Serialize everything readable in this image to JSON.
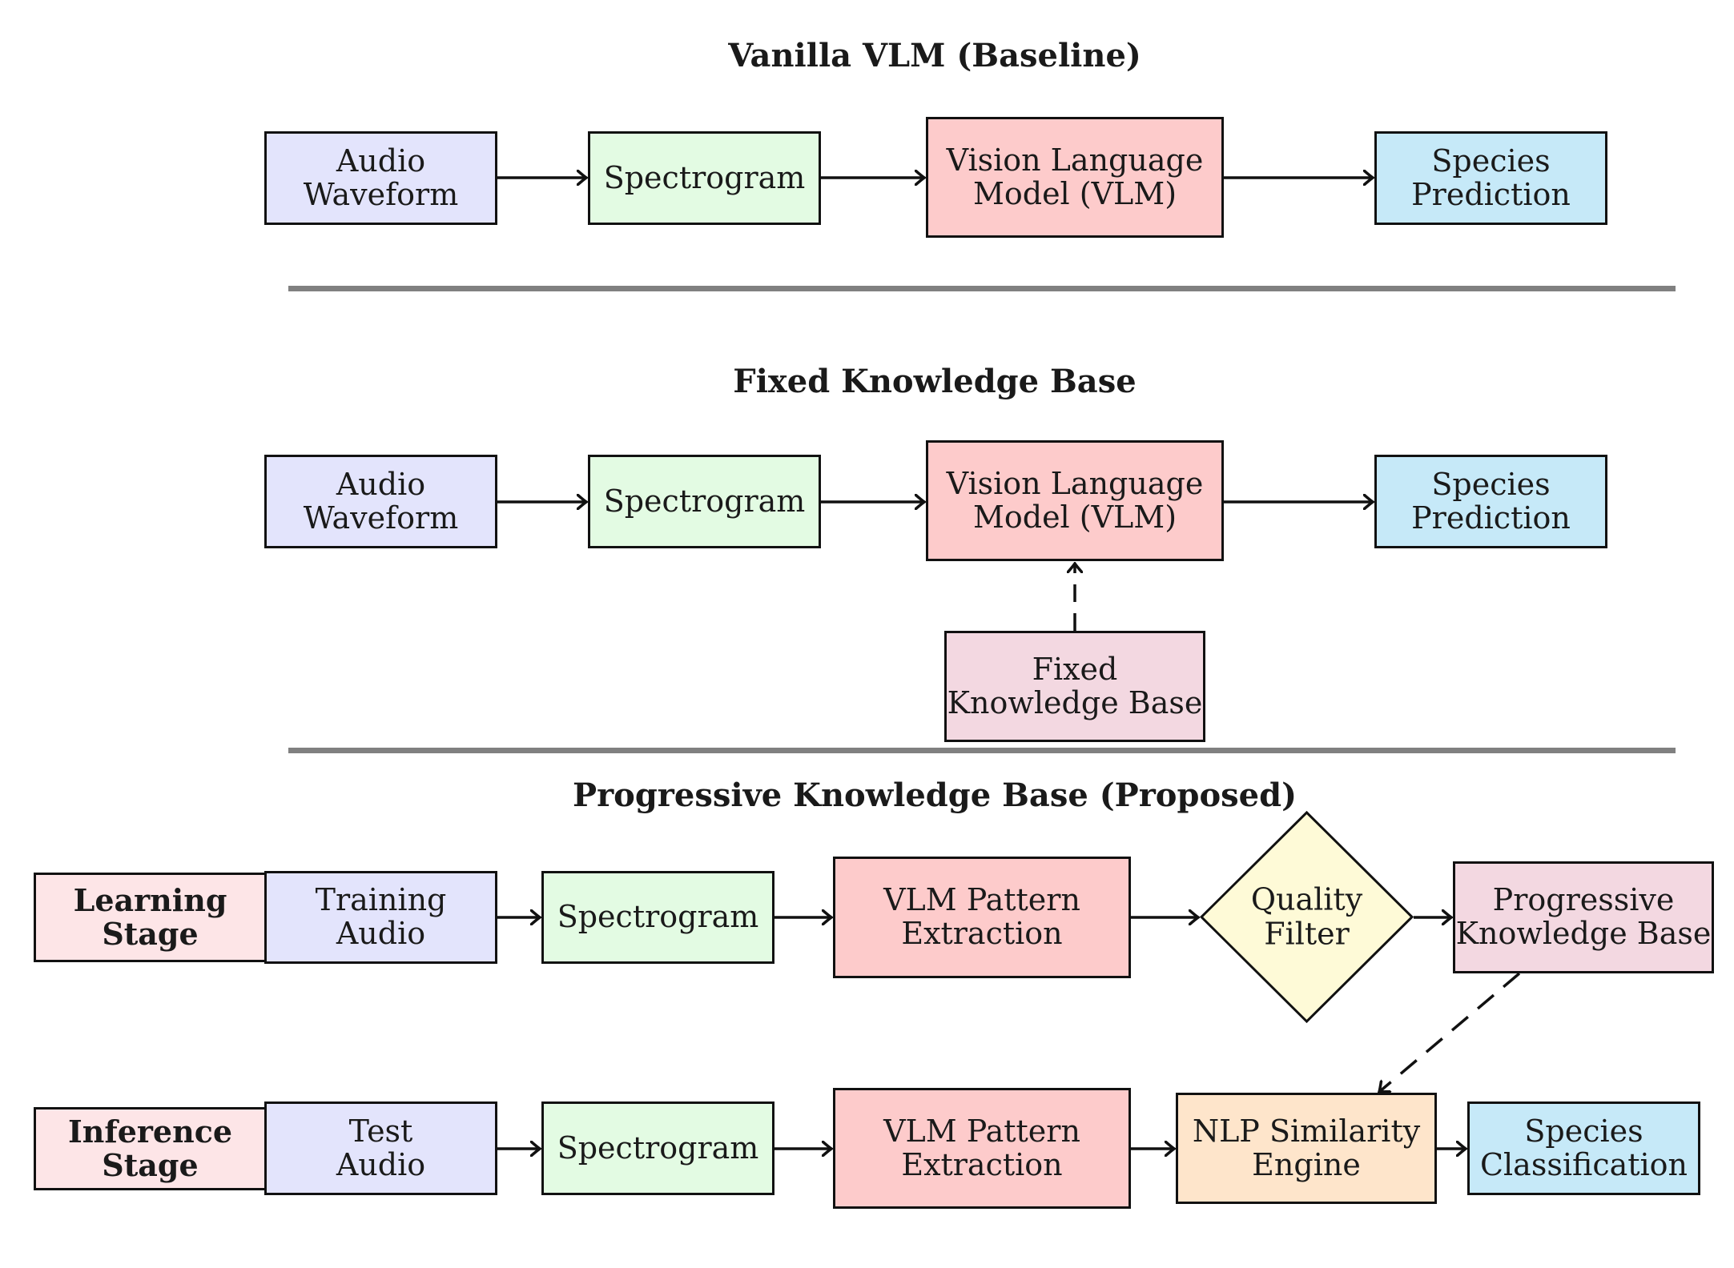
{
  "sections": {
    "baseline": {
      "title": "Vanilla VLM (Baseline)",
      "audio": "Audio\nWaveform",
      "spectrogram": "Spectrogram",
      "vlm": "Vision Language\nModel (VLM)",
      "prediction": "Species\nPrediction"
    },
    "fixed": {
      "title": "Fixed Knowledge Base",
      "audio": "Audio\nWaveform",
      "spectrogram": "Spectrogram",
      "vlm": "Vision Language\nModel (VLM)",
      "prediction": "Species\nPrediction",
      "knowledge_base": "Fixed\nKnowledge Base"
    },
    "progressive": {
      "title": "Progressive Knowledge Base (Proposed)",
      "learning": {
        "stage": "Learning\nStage",
        "audio": "Training\nAudio",
        "spectrogram": "Spectrogram",
        "extraction": "VLM Pattern\nExtraction",
        "filter": "Quality\nFilter",
        "knowledge_base": "Progressive\nKnowledge Base"
      },
      "inference": {
        "stage": "Inference\nStage",
        "audio": "Test\nAudio",
        "spectrogram": "Spectrogram",
        "extraction": "VLM Pattern\nExtraction",
        "similarity": "NLP Similarity\nEngine",
        "classification": "Species\nClassification"
      }
    }
  },
  "colors": {
    "audio": "#e3e4fc",
    "spectrogram": "#e3fbe3",
    "vlm": "#fdcbcb",
    "prediction": "#c6e9f8",
    "knowledge": "#f3d8e1",
    "stage": "#fde5e7",
    "filter": "#fefad7",
    "similarity": "#fee5cb"
  }
}
